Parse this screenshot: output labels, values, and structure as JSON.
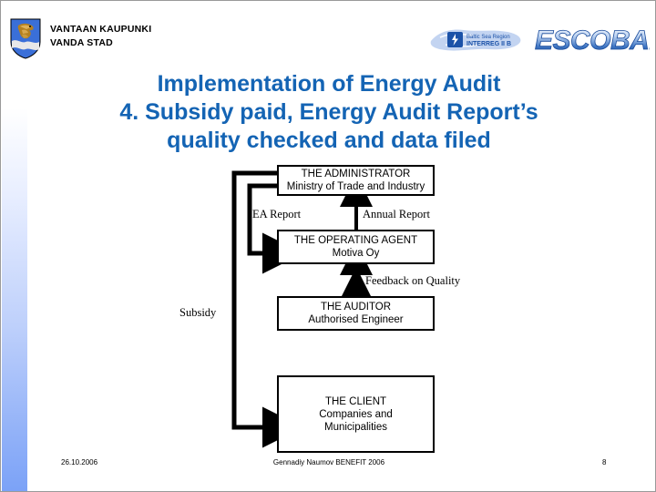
{
  "header": {
    "crest_icon": "vantaa-coat-of-arms-icon",
    "org_line1": "VANTAAN KAUPUNKI",
    "org_line2": "VANDA STAD",
    "interreg_logo_icon": "baltic-sea-region-interreg-logo-icon",
    "interreg_text_line1": "Baltic Sea Region",
    "interreg_text_line2": "INTERREG II B",
    "escobalt_logo_text": "ESCOBALT"
  },
  "title": {
    "line1": "Implementation of Energy Audit",
    "line2": "4. Subsidy paid, Energy Audit Report’s",
    "line3": "quality checked and data filed",
    "color": "#1464b4"
  },
  "diagram": {
    "boxes": [
      {
        "id": "administrator",
        "line1": "THE ADMINISTRATOR",
        "line2": "Ministry of Trade and Industry"
      },
      {
        "id": "operating-agent",
        "line1": "THE OPERATING AGENT",
        "line2": "Motiva Oy"
      },
      {
        "id": "auditor",
        "line1": "THE AUDITOR",
        "line2": "Authorised Engineer"
      },
      {
        "id": "client",
        "line1": "THE CLIENT",
        "line2": "Companies and",
        "line3": "Municipalities"
      }
    ],
    "flow_labels": [
      {
        "id": "ea-report",
        "text": "EA Report"
      },
      {
        "id": "annual-report",
        "text": "Annual Report"
      },
      {
        "id": "feedback",
        "text": "Feedback on Quality"
      },
      {
        "id": "subsidy",
        "text": "Subsidy"
      }
    ],
    "line_color": "#000000"
  },
  "footer": {
    "date": "26.10.2006",
    "center": "Gennadiy Naumov   BENEFIT 2006",
    "page": "8"
  }
}
